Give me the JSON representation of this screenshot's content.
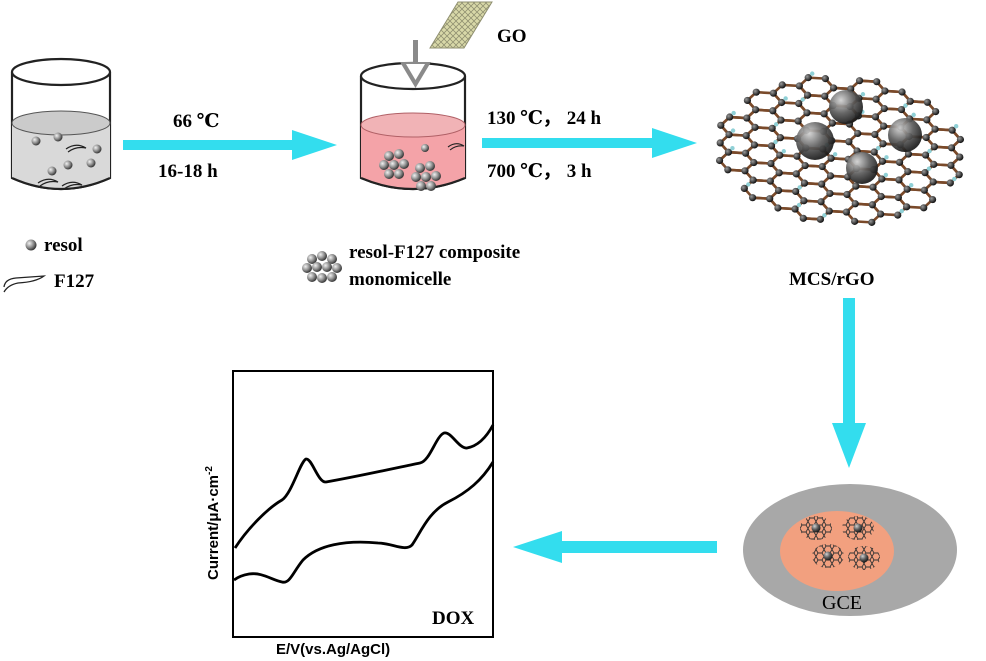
{
  "step1": {
    "condition_temp": "66 ℃",
    "condition_time": "16-18 h",
    "legend_resol": "resol",
    "legend_f127": "F127"
  },
  "step2": {
    "go_label": "GO",
    "condition_temp": "130 ℃， 24 h",
    "condition_anneal": "700 ℃， 3 h",
    "legend_line1": "resol-F127 composite",
    "legend_line2": "monomicelle"
  },
  "product": {
    "label": "MCS/rGO"
  },
  "electrode": {
    "label": "GCE"
  },
  "cv_plot": {
    "xlabel": "E/V(vs.Ag/AgCl)",
    "ylabel": "Current/μA·cm",
    "ylabel_sup": "-2",
    "analyte": "DOX"
  },
  "colors": {
    "arrow": "#33ddee",
    "solution_clear": "#d9d9d9",
    "solution_pink": "#f4a3a8",
    "electrode_gray": "#a8a8a8",
    "electrode_core": "#f2a07f",
    "graphene_bond": "#7a4a2a"
  }
}
